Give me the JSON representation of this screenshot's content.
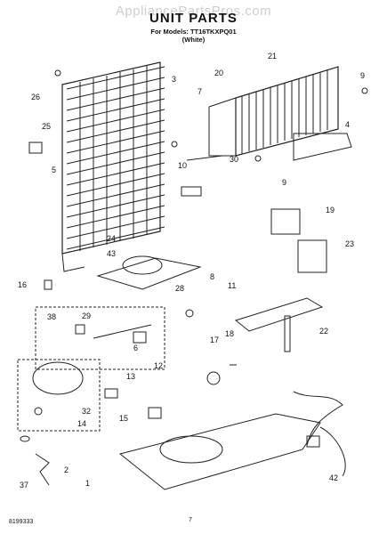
{
  "watermark": "AppliancePartsPros.com",
  "header": {
    "title": "UNIT PARTS",
    "models_line": "For Models: TT16TKXPQ01",
    "color_line": "(White)"
  },
  "labels": [
    "26",
    "3",
    "25",
    "5",
    "10",
    "21",
    "20",
    "9",
    "7",
    "4",
    "30",
    "9",
    "19",
    "24",
    "23",
    "43",
    "16",
    "28",
    "8",
    "11",
    "38",
    "29",
    "18",
    "22",
    "17",
    "6",
    "12",
    "13",
    "14",
    "32",
    "15",
    "37",
    "2",
    "1",
    "42"
  ],
  "footer": {
    "doc_number": "8199333",
    "page_number": "7"
  }
}
